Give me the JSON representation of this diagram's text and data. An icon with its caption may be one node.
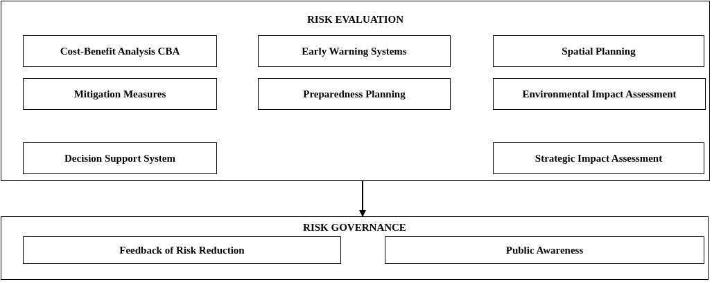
{
  "diagram": {
    "nodes": [
      {
        "text": [
          "RISK EVALUATION"
        ]
      },
      {
        "text": [
          "Cost-Benefit Analysis CBA"
        ],
        "in": 0
      },
      {
        "text": [
          "Early Warning Systems"
        ],
        "in": 0
      },
      {
        "text": [
          "Spatial Planning"
        ],
        "in": 0
      },
      {
        "text": [
          "Mitigation Measures"
        ],
        "in": 0
      },
      {
        "text": [
          "Preparedness Planning"
        ],
        "in": 0
      },
      {
        "text": [
          "Environmental Impact Assessment"
        ],
        "in": 0
      },
      {
        "text": [
          "Decision Support System"
        ],
        "in": 0
      },
      {
        "text": [
          "Strategic Impact Assessment"
        ],
        "in": 0
      },
      {
        "text": [
          "RISK GOVERNANCE"
        ]
      },
      {
        "text": [
          "Feedback of Risk Reduction"
        ],
        "in": 9
      },
      {
        "text": [
          "Public Awareness"
        ],
        "in": 9
      }
    ],
    "edges": [
      {
        "from": 0,
        "to": 9,
        "arrow": "to"
      }
    ]
  }
}
